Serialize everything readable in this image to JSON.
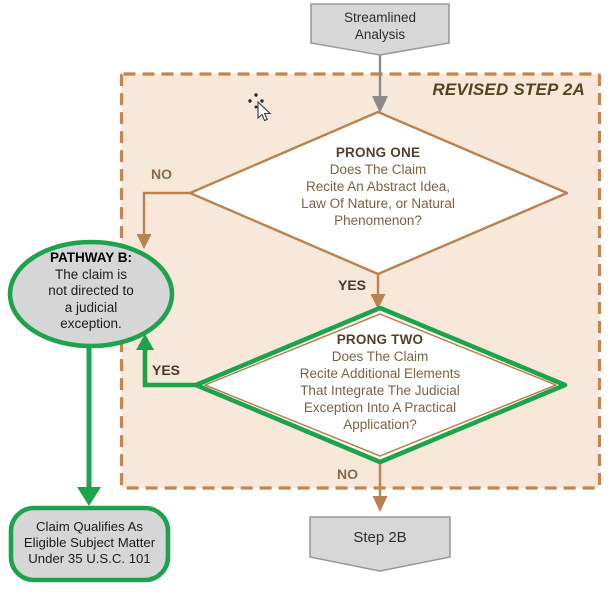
{
  "region": {
    "title_line1": "REVISED",
    "title_line2": "STEP 2A"
  },
  "nodes": {
    "streamlined_analysis": {
      "lines": [
        "Streamlined",
        "Analysis"
      ]
    },
    "prong_one": {
      "title": "PRONG ONE",
      "lines": [
        "Does The Claim",
        "Recite An Abstract Idea,",
        "Law Of Nature, or Natural",
        "Phenomenon?"
      ]
    },
    "prong_two": {
      "title": "PRONG TWO",
      "lines": [
        "Does The Claim",
        "Recite Additional Elements",
        "That Integrate The Judicial",
        "Exception Into A Practical",
        "Application?"
      ]
    },
    "pathway_b": {
      "title": "PATHWAY B:",
      "lines": [
        "The claim is",
        "not directed to",
        "a judicial",
        "exception."
      ]
    },
    "claim_qualifies": {
      "lines": [
        "Claim Qualifies As",
        "Eligible Subject Matter",
        "Under 35 U.S.C. 101"
      ]
    },
    "step_2b": {
      "label": "Step 2B"
    }
  },
  "edges": {
    "prong_one_no": "NO",
    "prong_one_yes": "YES",
    "prong_two_yes": "YES",
    "prong_two_no": "NO"
  },
  "colors": {
    "accent_green": "#1ca34c",
    "flow_brown": "#b9824e",
    "dashed_border": "#c5854f",
    "region_fill": "#f7e8d9",
    "node_gray_fill": "#d7d7d7",
    "diamond_fill": "#ffffff",
    "title_brown": "#5a421f"
  }
}
